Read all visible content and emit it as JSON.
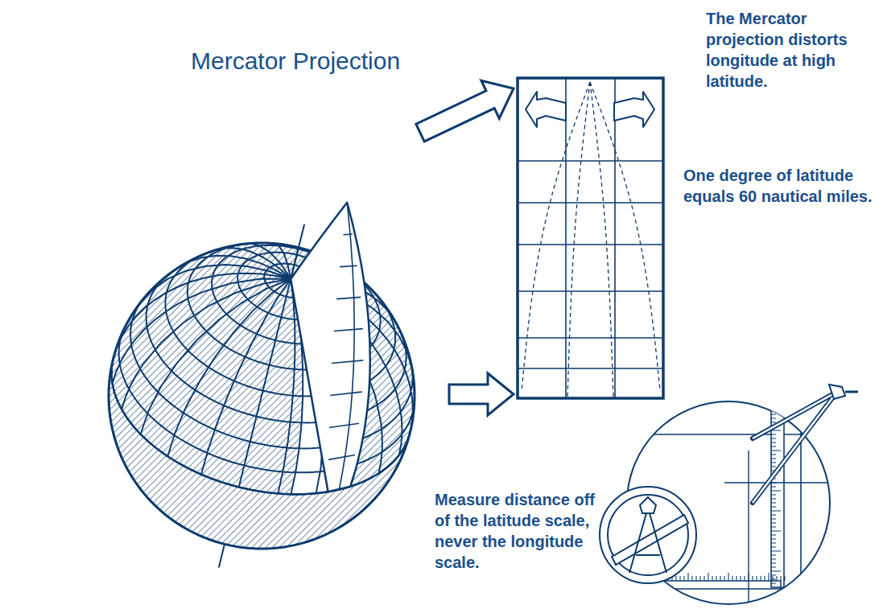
{
  "diagram": {
    "title": "Mercator Projection",
    "labels": [
      "The Mercator projection distorts longitude at high latitude.",
      "One degree of latitude equals 60 nautical miles.",
      "Measure distance off of the latitude scale, never the longitude scale."
    ]
  }
}
